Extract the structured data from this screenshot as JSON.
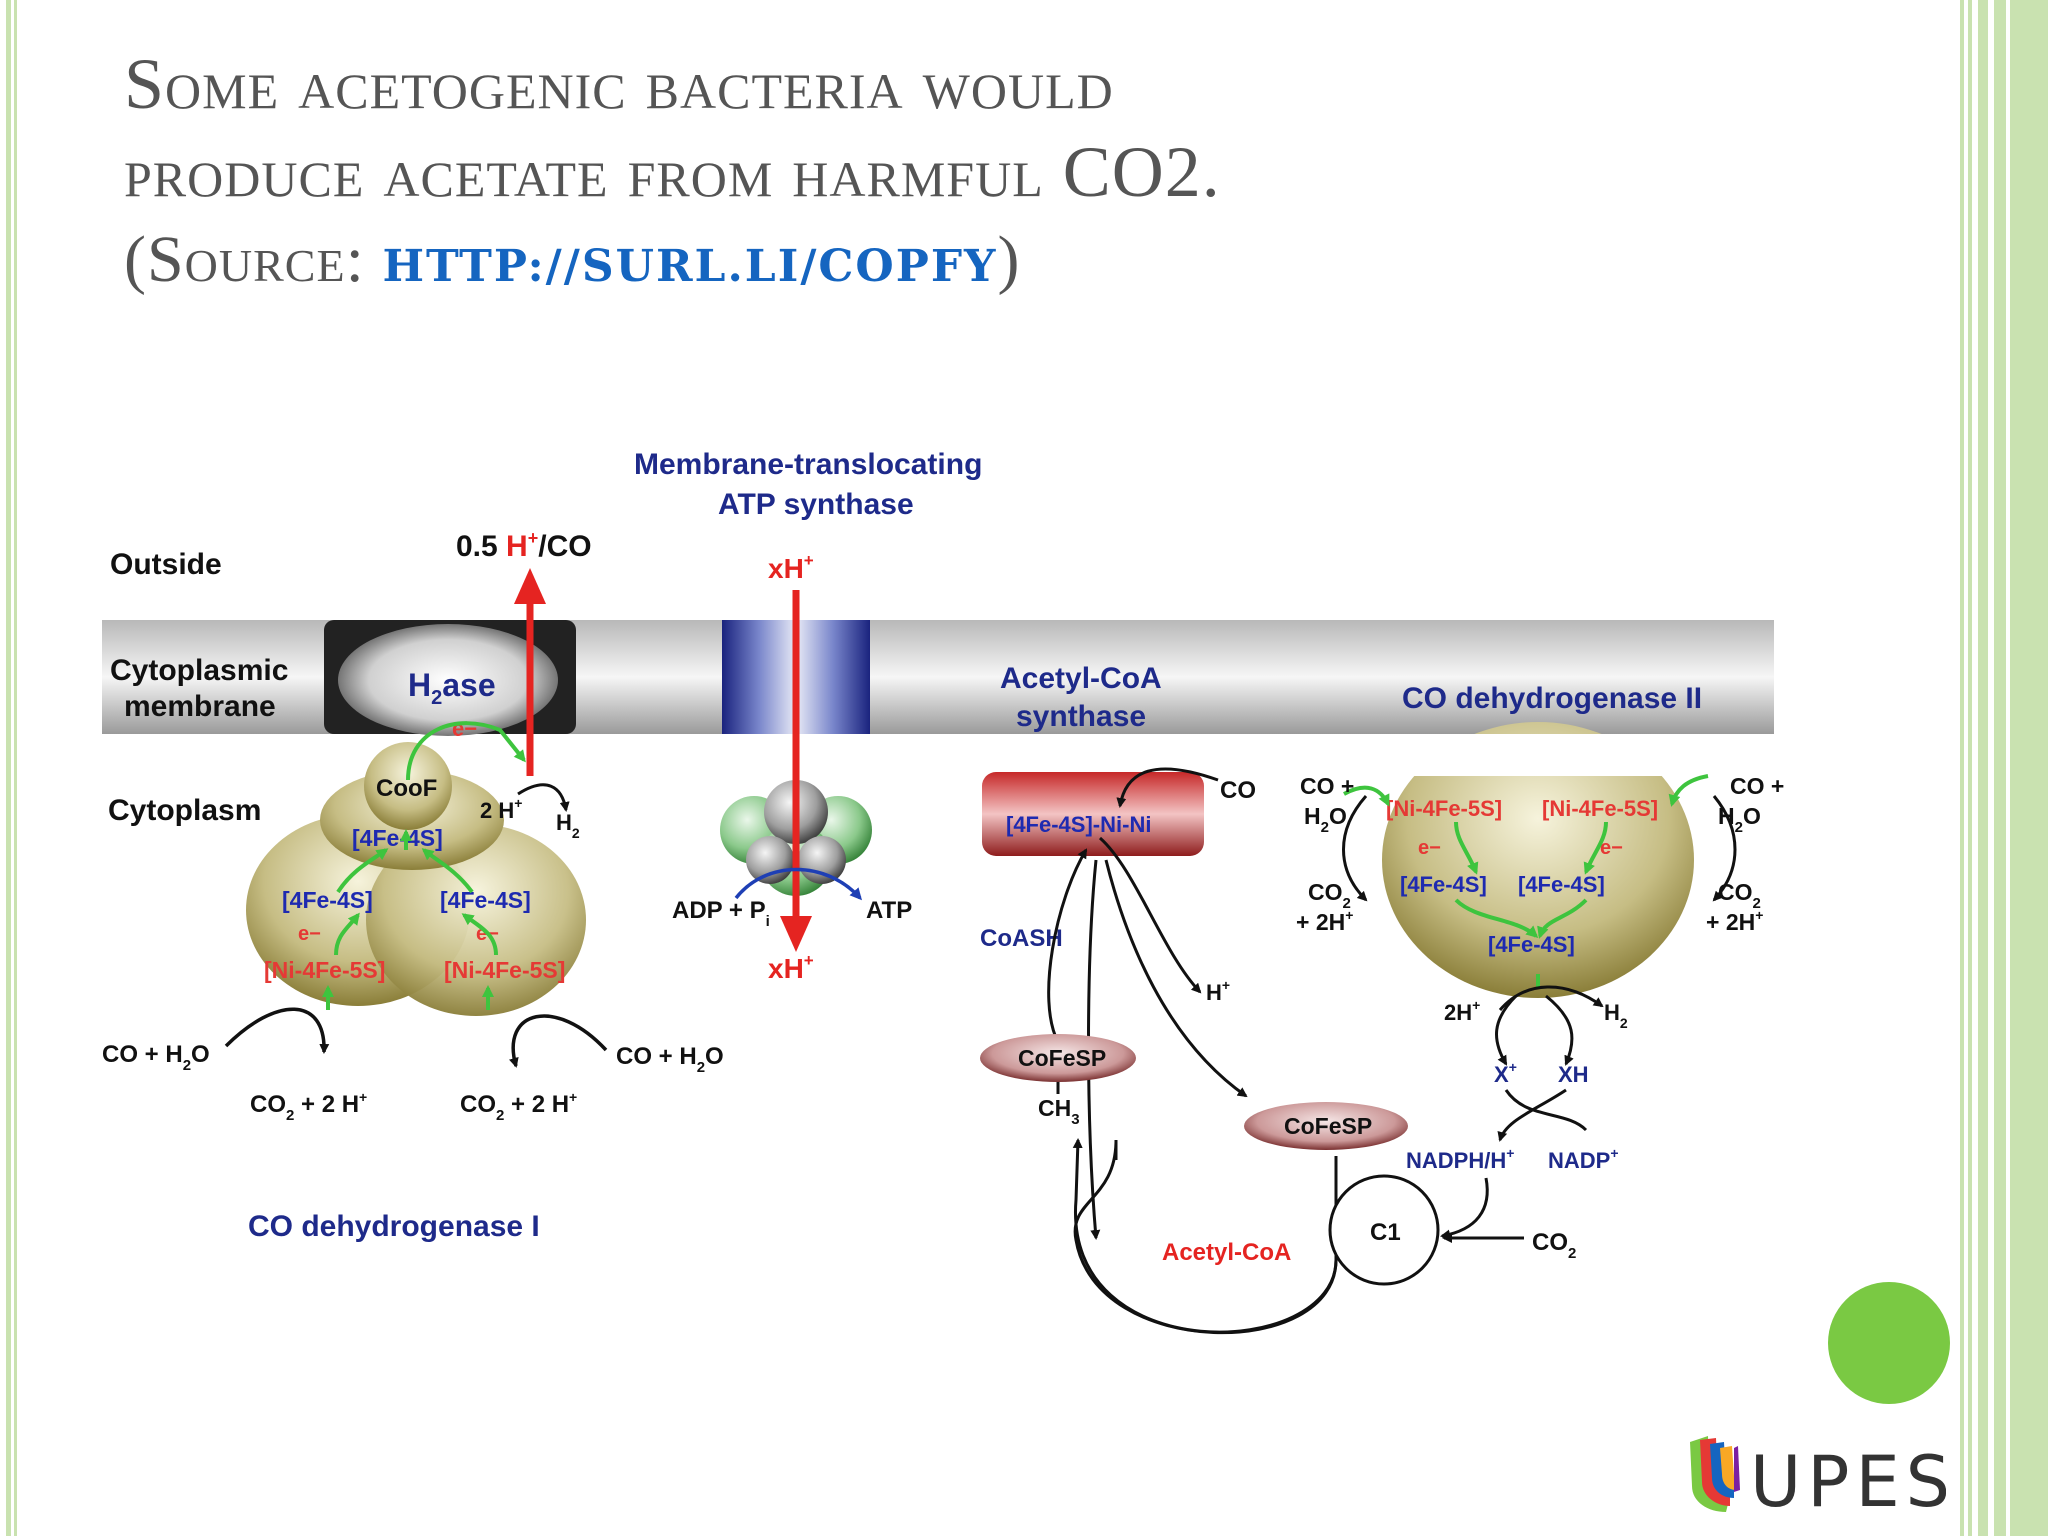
{
  "slide": {
    "title_line1": "Some acetogenic bacteria would",
    "title_line2": "produce acetate from harmful CO2.",
    "source_prefix": "(Source: ",
    "source_link": "http://surl.li/copfy",
    "source_suffix": ")",
    "colors": {
      "frame": "#c9e2b0",
      "accent_dot": "#7ac943",
      "link": "#1565c0",
      "title": "#555555"
    }
  },
  "logo": {
    "text": "UPES"
  },
  "diagram": {
    "regions": {
      "outside": "Outside",
      "membrane_l1": "Cytoplasmic",
      "membrane_l2": "membrane",
      "cytoplasm": "Cytoplasm"
    },
    "h2ase": {
      "label": "H",
      "sub": "2",
      "suffix": "ase"
    },
    "cooF": "CooF",
    "proton_top": {
      "pre": "0.5 ",
      "h": "H",
      "sup": "+",
      "post": "/CO"
    },
    "e_minus": "e−",
    "two_h": "2 H",
    "plus": "+",
    "h2": "H",
    "sub2": "2",
    "sub3": "3",
    "sub_i": "i",
    "fe4s": "[4Fe-4S]",
    "ni5s": "[Ni-4Fe-5S]",
    "co_h2o_pre": "CO + H",
    "o": "O",
    "co2_pre": "CO",
    "co2_post": " + 2 H",
    "cdh1_title": "CO dehydrogenase I",
    "atp_title1": "Membrane-translocating",
    "atp_title2": "ATP synthase",
    "xh": "xH",
    "adp": "ADP + P",
    "atp": "ATP",
    "acs_title1": "Acetyl-CoA",
    "acs_title2": "synthase",
    "acs_center": "[4Fe-4S]-Ni-Ni",
    "co": "CO",
    "coash": "CoASH",
    "h_plus": "H",
    "cofesp": "CoFeSP",
    "ch": "CH",
    "acetyl_coa": "Acetyl-CoA",
    "c1": "C1",
    "cdh2_title": "CO dehydrogenase II",
    "co_plus": "CO +",
    "h_": "H",
    "plus2h": "+ 2H",
    "two_h_short": "2H",
    "x_plus": "X",
    "xh2": "XH",
    "nadph": "NADPH/H",
    "nadp": "NADP"
  }
}
